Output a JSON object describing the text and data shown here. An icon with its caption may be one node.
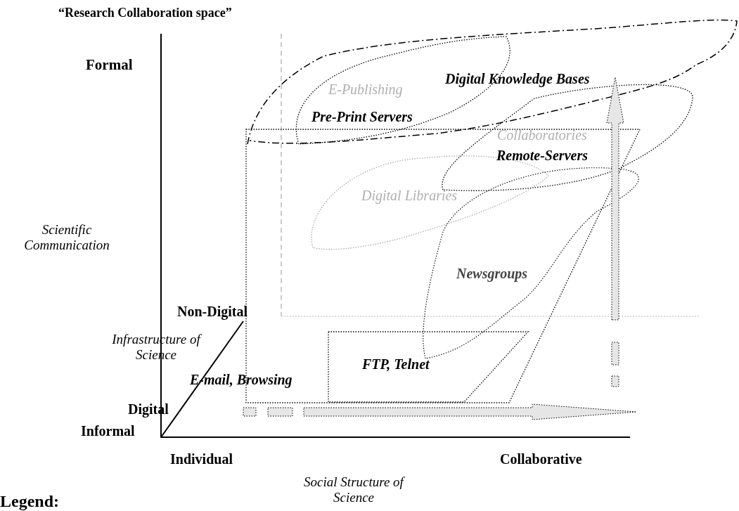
{
  "diagram": {
    "title": "“Research Collaboration space”",
    "labels": [
      "Formal",
      "E-Publishing",
      "Digital Knowledge Bases",
      "Pre-Print Servers",
      "Collaboratories",
      "Remote-Servers",
      "Digital Libraries",
      "Scientific Communication",
      "Newsgroups",
      "Non-Digital",
      "Infrastructure of Science",
      "FTP, Telnet",
      "E-mail, Browsing",
      "Digital",
      "Informal",
      "Individual",
      "Collaborative",
      "Social Structure of Science",
      "Legend:"
    ]
  }
}
